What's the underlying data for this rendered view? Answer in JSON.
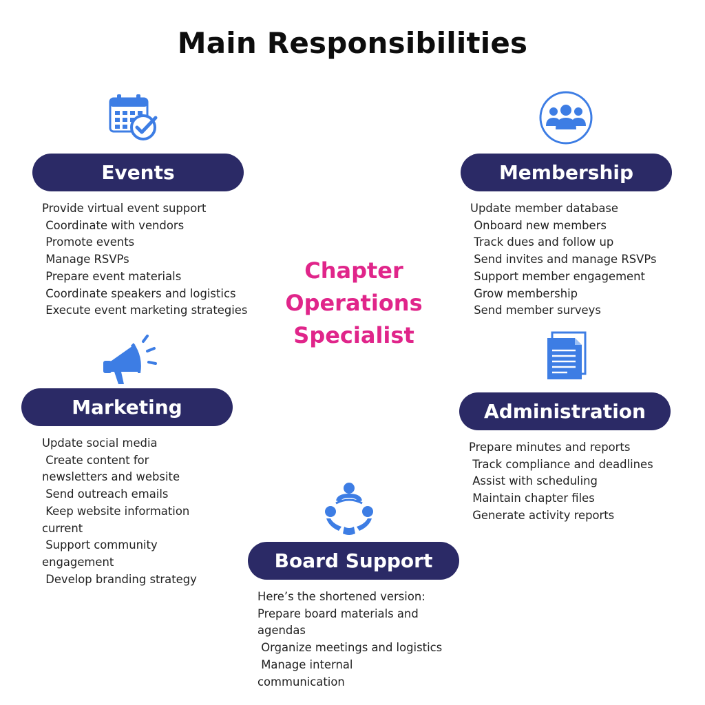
{
  "title": "Main Responsibilities",
  "center": {
    "line1": "Chapter",
    "line2": "Operations",
    "line3": "Specialist"
  },
  "colors": {
    "pill": "#2b2a66",
    "accent": "#e0258a",
    "icon": "#3d7de4"
  },
  "sections": {
    "events": {
      "label": "Events",
      "icon": "calendar-check-icon",
      "items": [
        "Provide virtual event support",
        " Coordinate with vendors",
        " Promote events",
        " Manage RSVPs",
        " Prepare event materials",
        " Coordinate speakers and logistics",
        " Execute event marketing strategies"
      ]
    },
    "membership": {
      "label": "Membership",
      "icon": "users-group-icon",
      "items": [
        "Update member database",
        " Onboard new members",
        " Track dues and follow up",
        " Send invites and manage RSVPs",
        " Support member engagement",
        " Grow membership",
        " Send member surveys"
      ]
    },
    "marketing": {
      "label": "Marketing",
      "icon": "megaphone-icon",
      "items": [
        "Update social media",
        " Create content for",
        "newsletters and website",
        " Send outreach emails",
        " Keep website information",
        "current",
        " Support community",
        "engagement",
        " Develop branding strategy"
      ]
    },
    "administration": {
      "label": "Administration",
      "icon": "documents-icon",
      "items": [
        "Prepare minutes and reports",
        " Track compliance and deadlines",
        " Assist with scheduling",
        " Maintain chapter files",
        " Generate activity reports"
      ]
    },
    "board_support": {
      "label": "Board Support",
      "icon": "team-circle-icon",
      "items": [
        "Here’s the shortened version:",
        "Prepare board materials and",
        "agendas",
        " Organize meetings and logistics",
        " Manage internal",
        "communication"
      ]
    }
  }
}
